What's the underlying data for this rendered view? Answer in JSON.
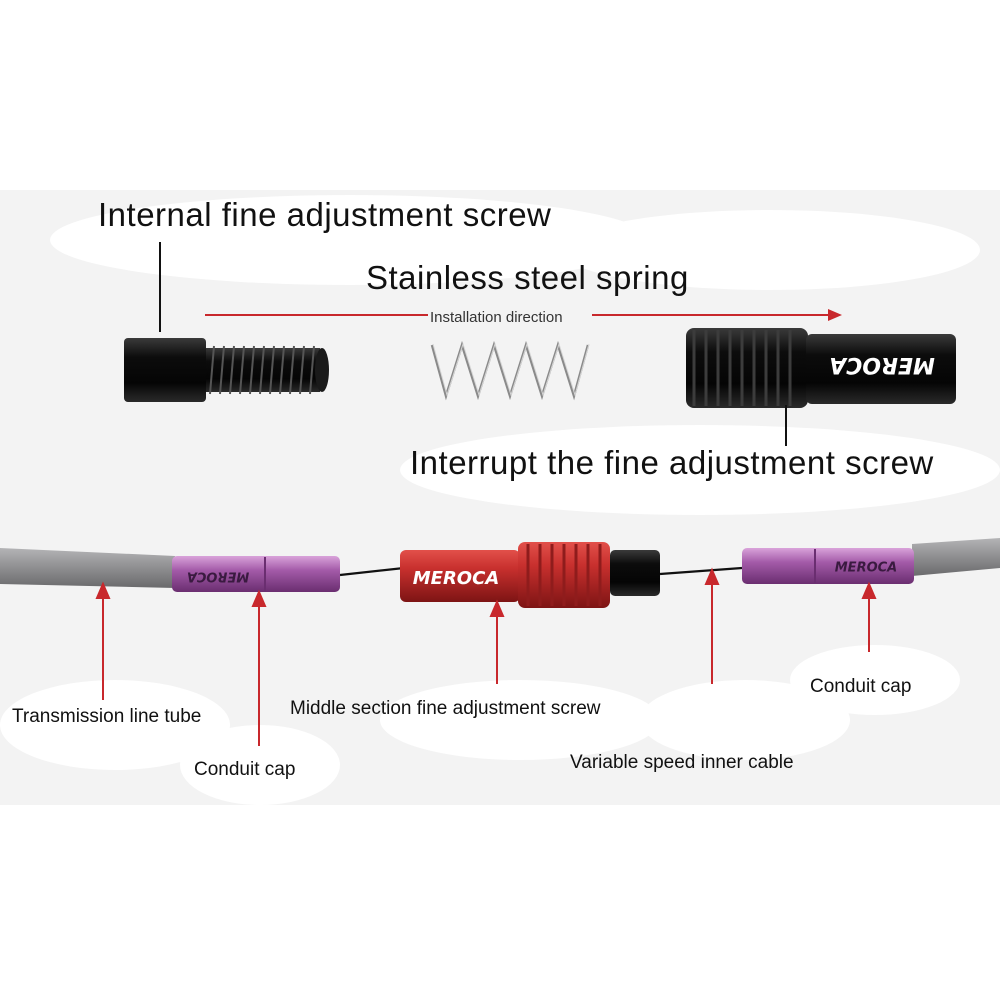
{
  "labels": {
    "internal_screw": "Internal fine adjustment screw",
    "spring": "Stainless steel spring",
    "installation_direction": "Installation direction",
    "interrupt_screw": "Interrupt the fine adjustment screw",
    "transmission_tube": "Transmission line tube",
    "conduit_cap_left": "Conduit cap",
    "middle_screw": "Middle section fine adjustment screw",
    "inner_cable": "Variable speed inner cable",
    "conduit_cap_right": "Conduit cap"
  },
  "brand": "MEROCA",
  "colors": {
    "arrow_red": "#c8282c",
    "adjuster_red": "#c8302e",
    "cap_purple": "#a35aa8",
    "housing_gray": "#8e8e90",
    "metal_black": "#111111"
  }
}
